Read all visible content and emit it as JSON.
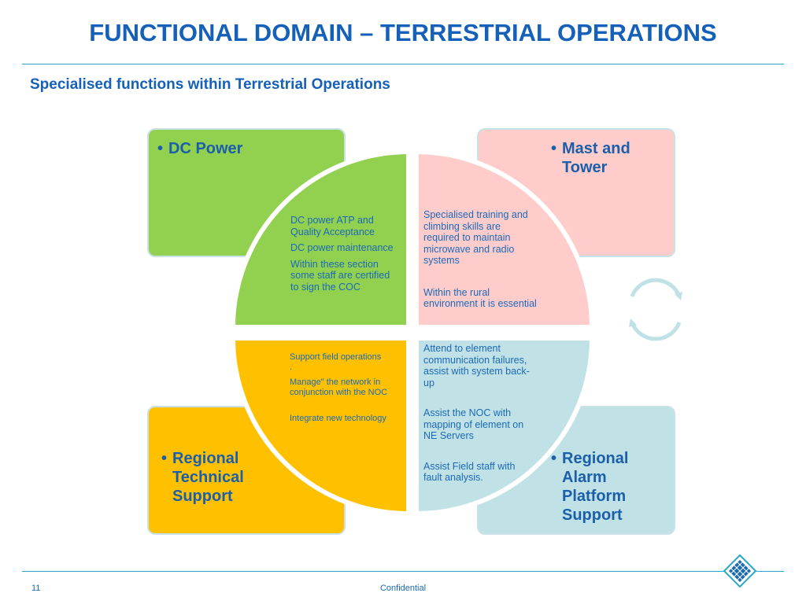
{
  "header": {
    "title": "FUNCTIONAL DOMAIN – TERRESTRIAL OPERATIONS",
    "subtitle": "Specialised functions within Terrestrial Operations"
  },
  "quadrants": {
    "top_left": {
      "label": "DC Power",
      "color": "#92d050",
      "items": [
        "DC power ATP and Quality Acceptance",
        "DC power maintenance",
        "Within these section some staff are certified to sign the COC"
      ]
    },
    "top_right": {
      "label": "Mast and Tower",
      "color": "#ffcccc",
      "items": [
        "Specialised training and climbing skills are required to maintain microwave and radio systems",
        "Within the rural environment it is essential"
      ]
    },
    "bottom_left": {
      "label": "Regional Technical Support",
      "color": "#ffc000",
      "items": [
        "Support field operations",
        ".",
        "Manage\" the network in conjunction with the NOC",
        "Integrate new technology"
      ]
    },
    "bottom_right": {
      "label": "Regional Alarm Platform Support",
      "color": "#c0e1e6",
      "items": [
        "Attend to element communication failures, assist with system back-up",
        "Assist the NOC with mapping of element on NE Servers",
        "Assist Field staff with fault analysis."
      ]
    }
  },
  "bullet": "•",
  "footer": {
    "page_number": "11",
    "confidential": "Confidential"
  },
  "icons": {
    "cycle": "cycle-arrows-icon",
    "logo": "diamond-grid-logo-icon"
  },
  "colors": {
    "title": "#1560b8",
    "rule": "#29a9c9",
    "text": "#1b6ab8"
  }
}
